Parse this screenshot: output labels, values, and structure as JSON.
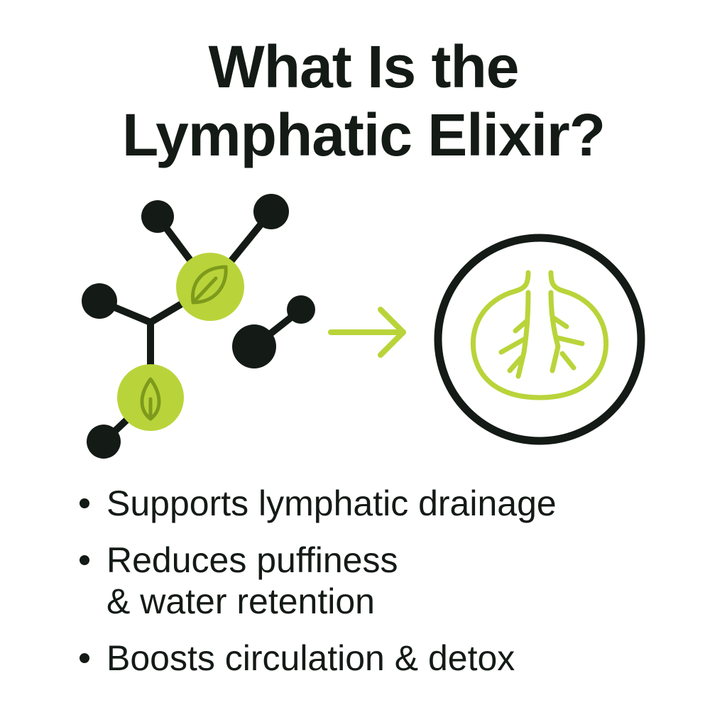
{
  "title": {
    "line1": "What Is the",
    "line2": "Lymphatic Elixir?"
  },
  "illustration": {
    "left_icon": "molecule-with-leaves-icon",
    "arrow_icon": "arrow-right-icon",
    "right_icon": "lymph-node-icon",
    "colors": {
      "dark": "#141a16",
      "accent": "#b9d43a"
    }
  },
  "benefits": [
    {
      "lines": [
        "Supports lymphatic drainage"
      ]
    },
    {
      "lines": [
        "Reduces puffiness",
        "& water retention"
      ]
    },
    {
      "lines": [
        "Boosts circulation & detox"
      ]
    }
  ]
}
